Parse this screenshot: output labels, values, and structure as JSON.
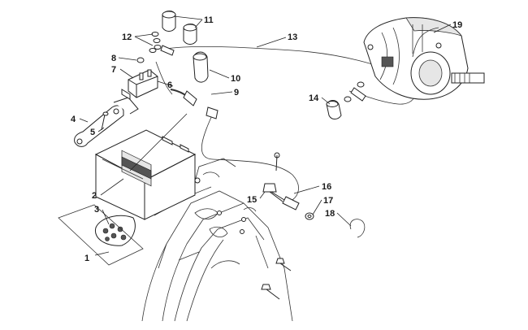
{
  "diagram": {
    "callouts": [
      {
        "id": "c1",
        "text": "1"
      },
      {
        "id": "c2",
        "text": "2"
      },
      {
        "id": "c3",
        "text": "3"
      },
      {
        "id": "c4",
        "text": "4"
      },
      {
        "id": "c5",
        "text": "5"
      },
      {
        "id": "c6",
        "text": "6"
      },
      {
        "id": "c7",
        "text": "7"
      },
      {
        "id": "c8",
        "text": "8"
      },
      {
        "id": "c9",
        "text": "9"
      },
      {
        "id": "c10",
        "text": "10"
      },
      {
        "id": "c11",
        "text": "11"
      },
      {
        "id": "c12",
        "text": "12"
      },
      {
        "id": "c13",
        "text": "13"
      },
      {
        "id": "c14",
        "text": "14"
      },
      {
        "id": "c15",
        "text": "15"
      },
      {
        "id": "c16",
        "text": "16"
      },
      {
        "id": "c17",
        "text": "17"
      },
      {
        "id": "c18",
        "text": "18"
      },
      {
        "id": "c19",
        "text": "19"
      }
    ],
    "line_color": "#222222",
    "background": "#ffffff"
  }
}
